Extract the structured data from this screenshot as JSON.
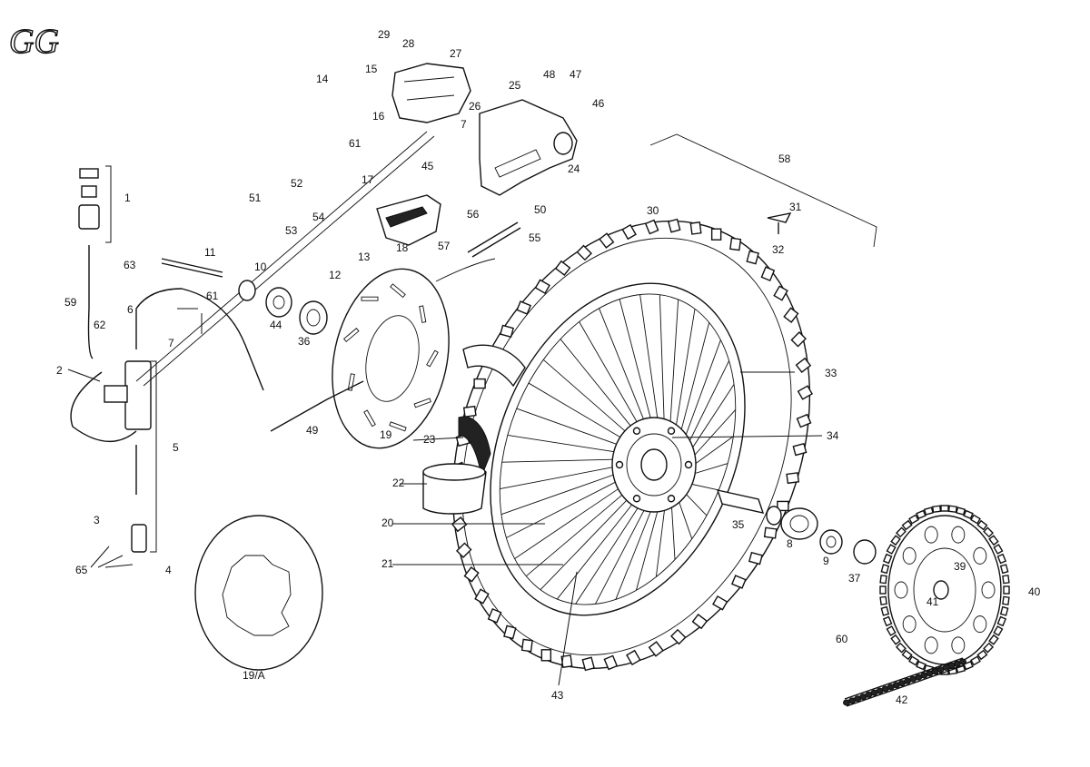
{
  "logo": {
    "text": "GG"
  },
  "labels": [
    "1",
    "2",
    "3",
    "4",
    "5",
    "6",
    "7",
    "7",
    "8",
    "9",
    "10",
    "11",
    "12",
    "13",
    "14",
    "15",
    "16",
    "17",
    "18",
    "19",
    "19/A",
    "20",
    "21",
    "22",
    "23",
    "24",
    "25",
    "26",
    "27",
    "28",
    "29",
    "30",
    "31",
    "32",
    "33",
    "34",
    "35",
    "36",
    "37",
    "39",
    "40",
    "41",
    "42",
    "43",
    "44",
    "45",
    "46",
    "47",
    "48",
    "49",
    "50",
    "51",
    "52",
    "53",
    "54",
    "55",
    "56",
    "57",
    "58",
    "59",
    "60",
    "61",
    "61",
    "62",
    "63",
    "65"
  ]
}
